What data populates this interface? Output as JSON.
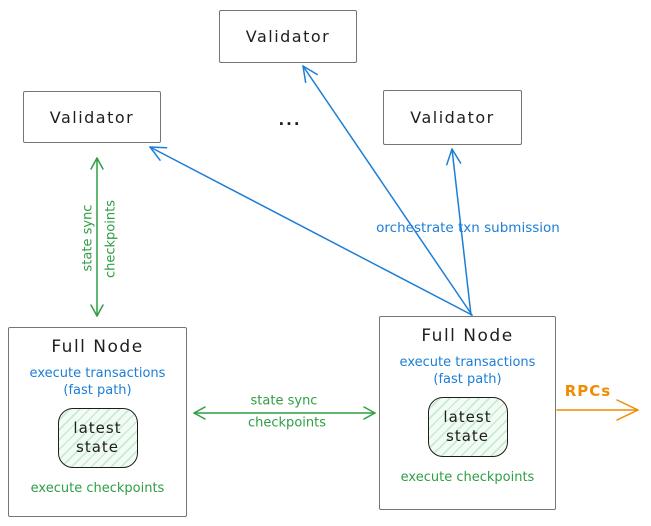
{
  "colors": {
    "blue": "#1c7ed6",
    "green": "#2f9e44",
    "orange": "#f08c00",
    "ink": "#1e1e1e",
    "box_border": "#757575",
    "state_fill": "#f2fbf4",
    "state_hatch": "#c8ecd0"
  },
  "boxes": {
    "validator_top": {
      "label": "Validator"
    },
    "validator_left": {
      "label": "Validator"
    },
    "validator_right": {
      "label": "Validator"
    },
    "ellipsis": "...",
    "full_node_left": {
      "title": "Full Node",
      "exec_transactions": "execute transactions",
      "fast_path": "(fast path)",
      "state_line1": "latest",
      "state_line2": "state",
      "exec_checkpoints": "execute checkpoints"
    },
    "full_node_right": {
      "title": "Full Node",
      "exec_transactions": "execute transactions",
      "fast_path": "(fast path)",
      "state_line1": "latest",
      "state_line2": "state",
      "exec_checkpoints": "execute checkpoints"
    }
  },
  "edges": {
    "left_state_sync": {
      "line1": "state sync",
      "line2": "checkpoints"
    },
    "mid_state_sync": {
      "line1": "state sync",
      "line2": "checkpoints"
    },
    "orchestrate": {
      "label": "orchestrate txn submission"
    },
    "rpcs": {
      "label": "RPCs"
    }
  }
}
